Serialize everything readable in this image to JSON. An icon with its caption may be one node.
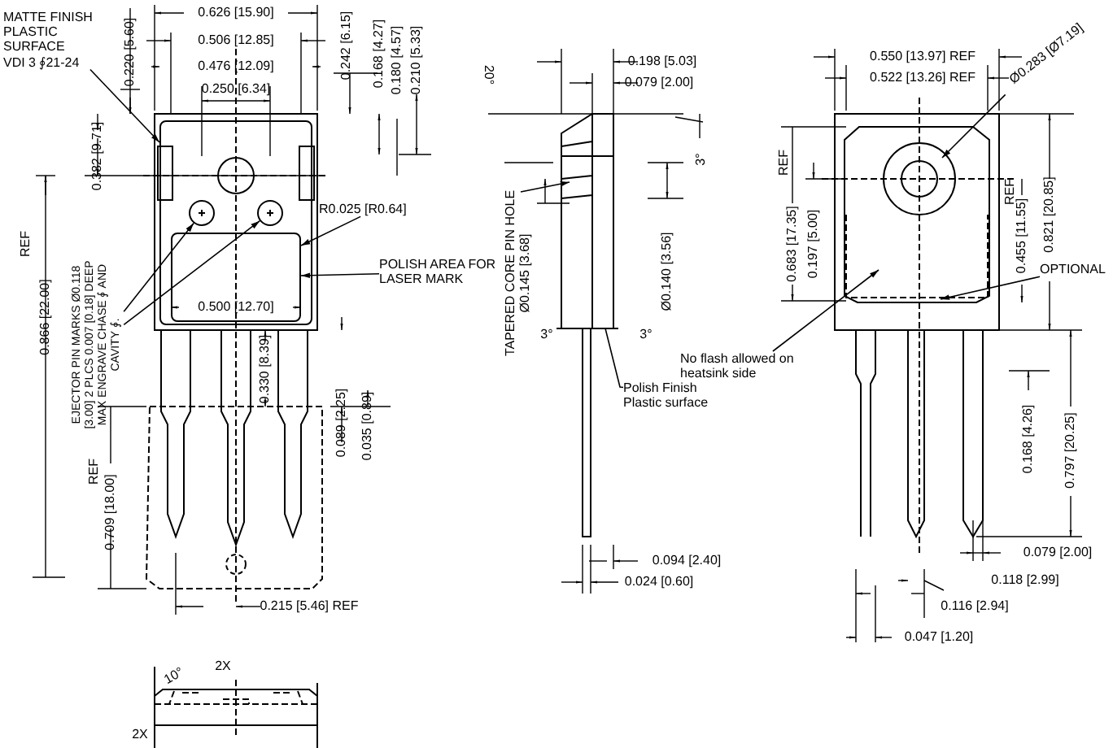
{
  "diagram": {
    "nodes": [
      {
        "text": [
          "MATTE FINISH PLASTIC SURFACE",
          "VDI 3 ∮21-24"
        ]
      },
      {
        "text": [
          "EJECTOR PIN MARKS Ø0.118 [3.00] 2 PLCS 0.007 [0.18] DEEP MAX ENGRAVE CHASE ∮ AND CAVITY ∮."
        ]
      },
      {
        "text": [
          "POLISH AREA FOR LASER MARK"
        ]
      },
      {
        "text": [
          "R0.025 [R0.64]"
        ]
      },
      {
        "text": [
          "TAPERED CORE PIN HOLE Ø0.145 [3.68]"
        ]
      },
      {
        "text": [
          "Polish Finish Plastic surface"
        ]
      },
      {
        "text": [
          "Ø0.283 [Ø7.19]"
        ]
      },
      {
        "text": [
          "OPTIONAL"
        ]
      },
      {
        "text": [
          "No flash allowed on heatsink side"
        ]
      },
      {
        "text": [],
        "shape": "box"
      },
      {
        "text": [],
        "shape": "circle",
        "in": 9
      },
      {
        "text": [],
        "shape": "circle",
        "in": 9
      },
      {
        "text": [],
        "shape": "box",
        "in": 9
      }
    ],
    "edges": [
      {
        "from": 0,
        "to": 9,
        "arrow": "to"
      },
      {
        "from": 1,
        "to": 10,
        "arrow": "to"
      },
      {
        "from": 1,
        "to": 11,
        "arrow": "to"
      },
      {
        "from": 2,
        "to": 12,
        "arrow": "to"
      },
      {
        "from": 3,
        "to": 12,
        "arrow": "to"
      },
      {
        "from": 4,
        "to": null,
        "arrow": "to"
      },
      {
        "from": 5,
        "to": null,
        "arrow": "none"
      },
      {
        "from": 6,
        "to": null,
        "arrow": "to"
      },
      {
        "from": 7,
        "to": null,
        "arrow": "to"
      },
      {
        "from": 8,
        "to": null,
        "arrow": "to"
      }
    ],
    "labels": [
      "0.626 [15.90]",
      "0.506 [12.85]",
      "0.476 [12.09]",
      "0.250 [6.34]",
      "0.220 [5.60]",
      "0.242 [6.15]",
      "0.168 [4.27]",
      "0.180 [4.57]",
      "0.210 [5.33]",
      "0.382 [9.71]",
      "REF",
      "0.866 [22.00]",
      "0.500 [12.70]",
      "0.330 [8.39]",
      "0.089 [2.25]",
      "0.035 [0.89]",
      "REF",
      "0.709 [18.00]",
      "0.215 [5.46] REF",
      "10°",
      "2X",
      "2X",
      "20°",
      "0.198 [5.03]",
      "0.079 [2.00]",
      "3°",
      "Ø0.140 [3.56]",
      "3°",
      "3°",
      "0.094 [2.40]",
      "0.024 [0.60]",
      "0.550 [13.97] REF",
      "0.522 [13.26] REF",
      "REF",
      "0.683 [17.35]",
      "0.197 [5.00]",
      "REF",
      "0.455 [11.55]",
      "0.821 [20.85]",
      "0.168 [4.26]",
      "0.797 [20.25]",
      "0.079 [2.00]",
      "0.118 [2.99]",
      "0.116 [2.94]",
      "0.047 [1.20]"
    ]
  }
}
